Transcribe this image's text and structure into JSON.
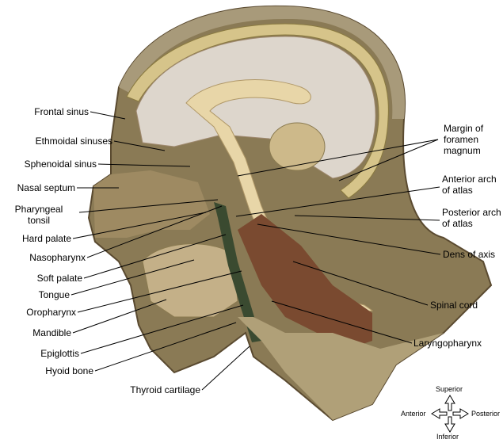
{
  "labels_left": [
    {
      "key": "frontal_sinus",
      "text": "Frontal sinus"
    },
    {
      "key": "ethmoidal_sinuses",
      "text": "Ethmoidal sinuses"
    },
    {
      "key": "sphenoidal_sinus",
      "text": "Sphenoidal sinus"
    },
    {
      "key": "nasal_septum",
      "text": "Nasal septum"
    },
    {
      "key": "pharyngeal_tonsil",
      "text": "Pharyngeal\ntonsil"
    },
    {
      "key": "hard_palate",
      "text": "Hard palate"
    },
    {
      "key": "nasopharynx",
      "text": "Nasopharynx"
    },
    {
      "key": "soft_palate",
      "text": "Soft palate"
    },
    {
      "key": "tongue",
      "text": "Tongue"
    },
    {
      "key": "oropharynx",
      "text": "Oropharynx"
    },
    {
      "key": "mandible",
      "text": "Mandible"
    },
    {
      "key": "epiglottis",
      "text": "Epiglottis"
    },
    {
      "key": "hyoid_bone",
      "text": "Hyoid bone"
    },
    {
      "key": "thyroid_cartilage",
      "text": "Thyroid cartilage"
    }
  ],
  "labels_right": [
    {
      "key": "margin_foramen_magnum",
      "text": "Margin of\nforamen\nmagnum"
    },
    {
      "key": "anterior_arch_atlas",
      "text": "Anterior arch\nof atlas"
    },
    {
      "key": "posterior_arch_atlas",
      "text": "Posterior arch\nof atlas"
    },
    {
      "key": "dens_of_axis",
      "text": "Dens of axis"
    },
    {
      "key": "spinal_cord",
      "text": "Spinal cord"
    },
    {
      "key": "laryngopharynx",
      "text": "Laryngopharynx"
    }
  ],
  "compass": {
    "superior": "Superior",
    "inferior": "Inferior",
    "anterior": "Anterior",
    "posterior": "Posterior"
  }
}
